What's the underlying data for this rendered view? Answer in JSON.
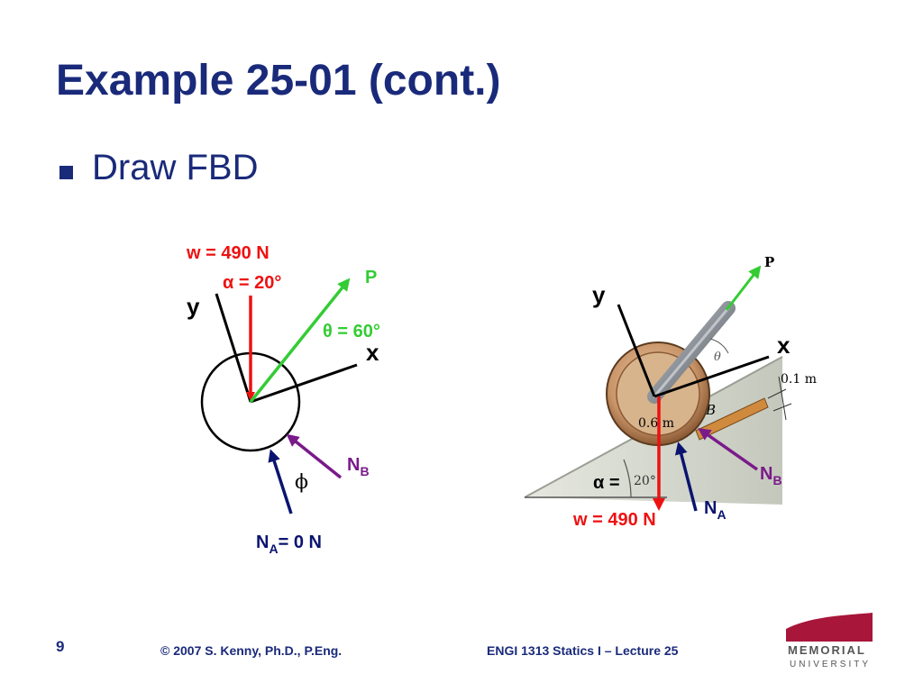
{
  "slide": {
    "title": "Example 25-01 (cont.)",
    "bullet": "Draw FBD"
  },
  "fbd": {
    "w_label": "w = 490 N",
    "alpha_label": "α = 20°",
    "y_axis": "y",
    "x_axis": "x",
    "p_label": "P",
    "theta_label": "θ = 60°",
    "nb_main": "N",
    "nb_sub": "B",
    "phi_label": "ϕ",
    "na_main": "N",
    "na_sub": "A",
    "na_value": "= 0 N"
  },
  "photo": {
    "y_axis": "y",
    "x_axis": "x",
    "p_label": "P",
    "theta_label": "θ",
    "dim_01": "0.1 m",
    "dim_06": "0.6 m",
    "point_b": "B",
    "angle_20": "20°",
    "alpha_label": "α =",
    "w_label": "w = 490 N",
    "nb_main": "N",
    "nb_sub": "B",
    "na_main": "N",
    "na_sub": "A"
  },
  "footer": {
    "page": "9",
    "copyright": "© 2007 S. Kenny, Ph.D., P.Eng.",
    "course": "ENGI 1313 Statics I – Lecture 25"
  },
  "logo": {
    "line1": "MEMORIAL",
    "line2": "UNIVERSITY"
  },
  "colors": {
    "navy": "#1a2a7a",
    "weight_red": "#ee1111",
    "force_green": "#33cc33",
    "normal_purple": "#7a1a8a",
    "normal_navy": "#0a1470",
    "brand_maroon": "#a8163a"
  }
}
